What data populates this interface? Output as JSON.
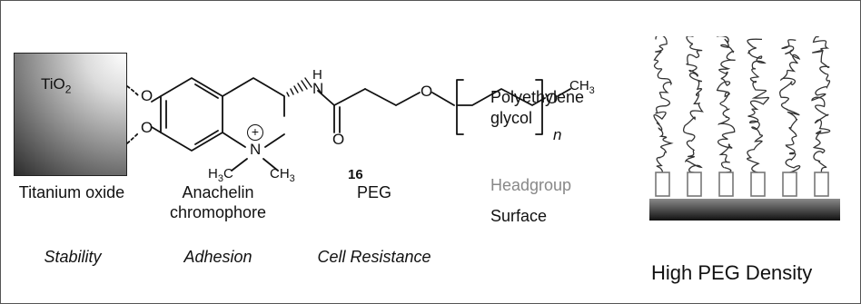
{
  "molecule": {
    "tio2_label": "TiO",
    "tio2_sub": "2",
    "atom_O1": "O",
    "atom_O2": "O",
    "atom_N_amide": "H",
    "atom_N_amide2": "N",
    "atom_O_carbonyl": "O",
    "atom_O_ether1": "O",
    "atom_O_ether2": "O",
    "ch3_terminal": "CH",
    "ch3_terminal_sub": "3",
    "repeat_n": "n",
    "charge": "+",
    "atom_N_ring": "N",
    "methyl_left": "H",
    "methyl_left_sub": "3",
    "methyl_left_C": "C",
    "methyl_right": "CH",
    "methyl_right_sub": "3",
    "compound_number": "16"
  },
  "components": [
    {
      "name": "Titanium oxide",
      "property": "Stability"
    },
    {
      "name": "Anachelin",
      "name2": "chromophore",
      "property": "Adhesion"
    },
    {
      "name": "PEG",
      "property": "Cell Resistance"
    }
  ],
  "layers": {
    "peg": "Polyethylene",
    "peg2": "glycol",
    "headgroup": "Headgroup",
    "surface": "Surface"
  },
  "schematic": {
    "title": "High PEG Density",
    "chain_count": 6,
    "colors": {
      "headgroup": "#777777",
      "surface_top": "#777777",
      "surface_bottom": "#111111"
    }
  }
}
